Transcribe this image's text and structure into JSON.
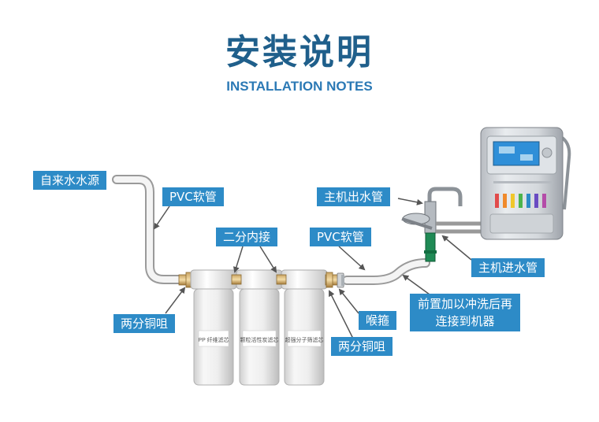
{
  "title": "安装说明",
  "subtitle": "INSTALLATION NOTES",
  "labels": {
    "tap_source": "自来水水源",
    "pvc_hose_1": "PVC软管",
    "connector": "二分内接",
    "pvc_hose_2": "PVC软管",
    "main_outlet": "主机出水管",
    "main_inlet": "主机进水管",
    "copper_left": "两分铜咀",
    "clamp": "喉箍",
    "copper_right": "两分铜咀",
    "flush_line1": "前置加以冲洗后再",
    "flush_line2": "连接到机器"
  },
  "filters": {
    "f1": "PP 纤维滤芯",
    "f2": "颗粒活性炭滤芯",
    "f3": "超强分子筛滤芯"
  },
  "colors": {
    "label_bg": "#2d8bc7",
    "title": "#1f5f8b"
  }
}
